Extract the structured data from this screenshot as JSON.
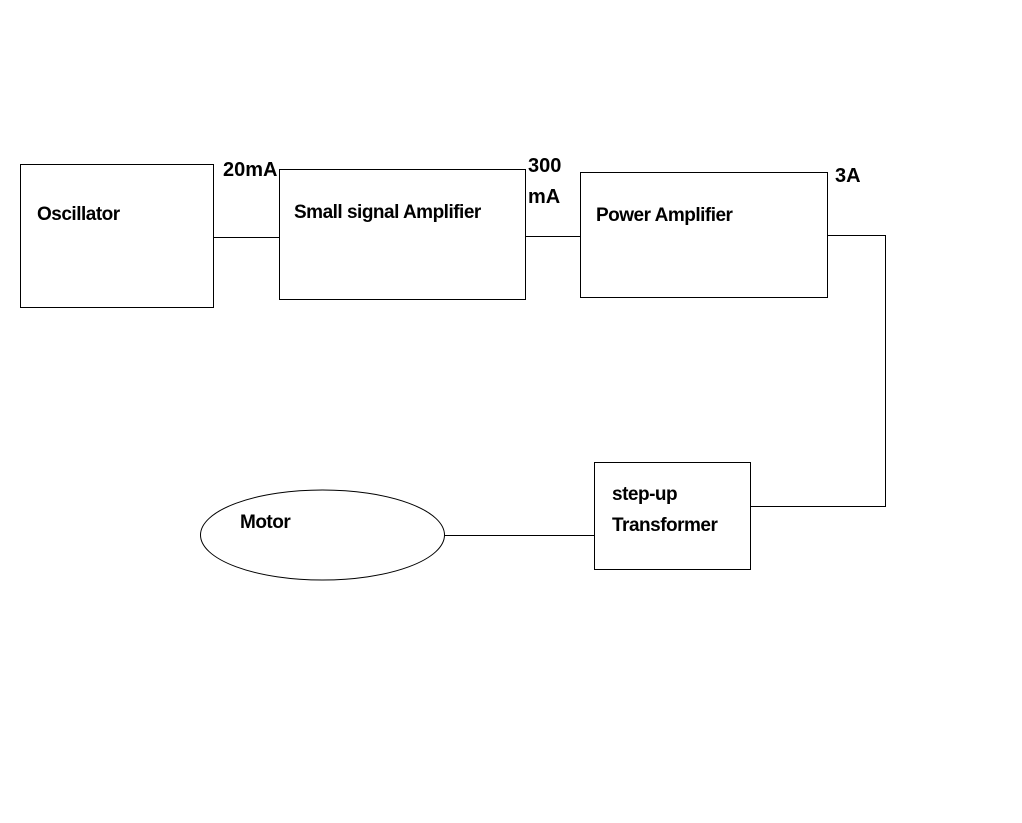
{
  "blocks": {
    "oscillator": "Oscillator",
    "small_signal_amplifier": "Small signal Amplifier",
    "power_amplifier": "Power Amplifier",
    "transformer_line1": "step-up",
    "transformer_line2": "Transformer",
    "motor": "Motor"
  },
  "currents": {
    "oscillator_to_small_signal": "20mA",
    "small_signal_to_power_line1": "300",
    "small_signal_to_power_line2": "mA",
    "power_amplifier_output": "3A"
  },
  "colors": {
    "line": "#000000",
    "background": "#ffffff"
  }
}
